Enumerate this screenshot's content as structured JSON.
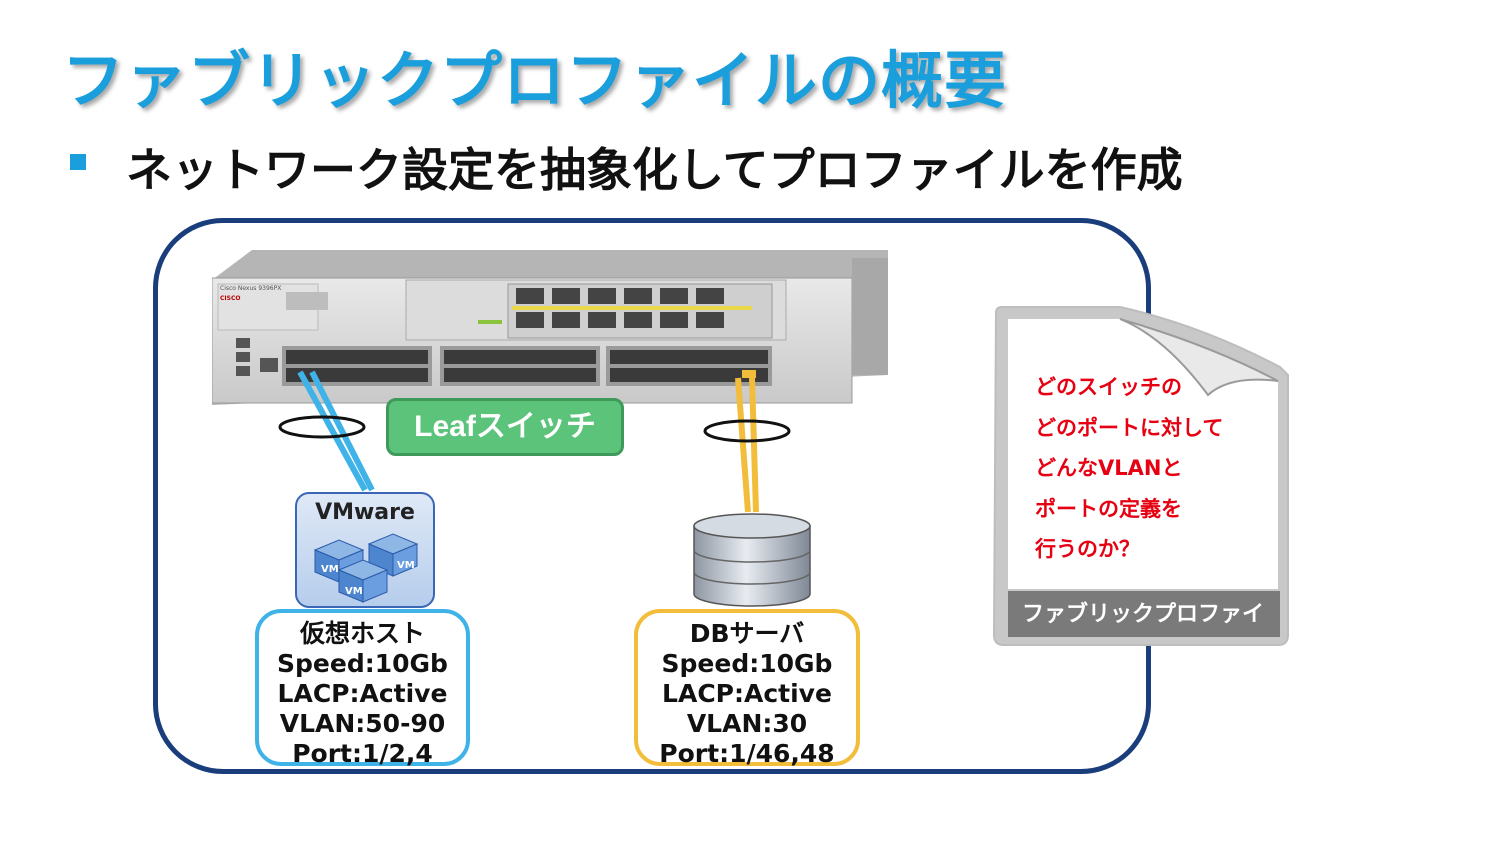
{
  "slide": {
    "title": "ファブリックプロファイルの概要",
    "bullet": "ネットワーク設定を抽象化してプロファイルを作成"
  },
  "switch": {
    "label": "Leafスイッチ",
    "model_text": "Cisco Nexus 9396PX",
    "brand_text": "CISCO"
  },
  "vm_host": {
    "icon_label": "VMware",
    "cube_label": "VM",
    "name": "仮想ホスト",
    "speed": "Speed:10Gb",
    "lacp": "LACP:Active",
    "vlan": "VLAN:50-90",
    "port": "Port:1/2,4",
    "color": "#3fb3e8"
  },
  "db_server": {
    "name": "DBサーバ",
    "speed": "Speed:10Gb",
    "lacp": "LACP:Active",
    "vlan": "VLAN:30",
    "port": "Port:1/46,48",
    "color": "#f2bd3a"
  },
  "profile": {
    "lines": [
      "どのスイッチの",
      "どのポートに対して",
      "どんなVLANと",
      "ポートの定義を",
      "行うのか？"
    ],
    "footer": "ファブリックプロファイル",
    "text_color": "#e60012"
  },
  "colors": {
    "title": "#1a9fdc",
    "frame": "#1a3d7c",
    "leaf_badge": "#5cc37b"
  }
}
